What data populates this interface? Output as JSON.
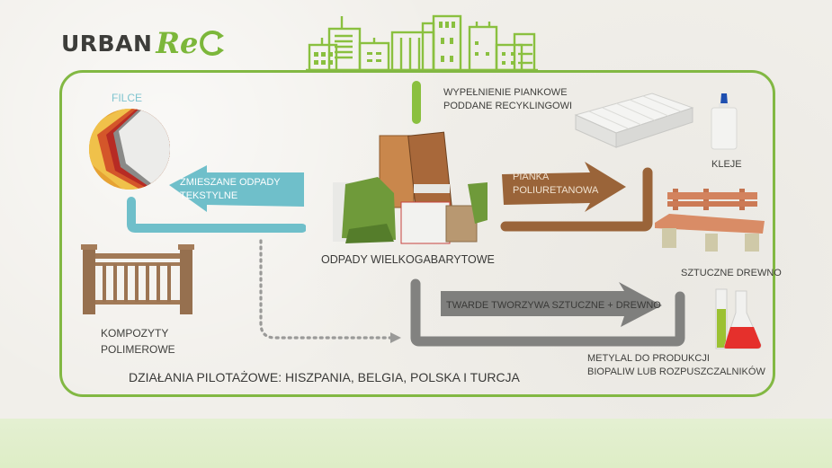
{
  "logo": {
    "brand_part1": "URBAN",
    "brand_part2": "Re",
    "brand_icon": "recycle-c-icon",
    "brand_color": "#7cb73a",
    "text_color": "#3d3d3a"
  },
  "header_illustration": "city-skyline-icon",
  "colors": {
    "frame": "#82b843",
    "textile_arrow": "#6fbfca",
    "foam_arrow": "#9a6439",
    "plastic_arrow": "#7f7f7d",
    "footer_band": "#e0eecb"
  },
  "center": {
    "image": "bulky-waste-furniture-image",
    "label": "ODPADY WIELKOGABARYTOWE"
  },
  "top_flow": {
    "label_line1": "WYPEŁNIENIE PIANKOWE",
    "label_line2": "PODDANE RECYKLINGOWI",
    "image": "mattress-image"
  },
  "textile_flow": {
    "arrow_label_line1": "ZMIESZANE ODPADY",
    "arrow_label_line2": "TEKSTYLNE",
    "product_label": "FILCE",
    "product_image": "felt-sheets-image"
  },
  "foam_flow": {
    "arrow_label_line1": "PIANKA",
    "arrow_label_line2": "POLIURETANOWA",
    "products": [
      {
        "label": "KLEJE",
        "image": "glue-bottle-image"
      },
      {
        "label": "SZTUCZNE DREWNO",
        "image": "bench-image"
      }
    ]
  },
  "plastic_flow": {
    "arrow_label": "TWARDE TWORZYWA SZTUCZNE + DREWNO",
    "product_label_line1": "METYLAL DO PRODUKCJI",
    "product_label_line2": "BIOPALIW LUB ROZPUSZCZALNIKÓW",
    "product_image": "lab-glassware-image"
  },
  "composite_flow": {
    "product_label_line1": "KOMPOZYTY",
    "product_label_line2": "POLIMEROWE",
    "product_image": "railing-image",
    "connector": "dotted-arrow"
  },
  "footer_note": "DZIAŁANIA PILOTAŻOWE: HISZPANIA, BELGIA, POLSKA I TURCJA"
}
